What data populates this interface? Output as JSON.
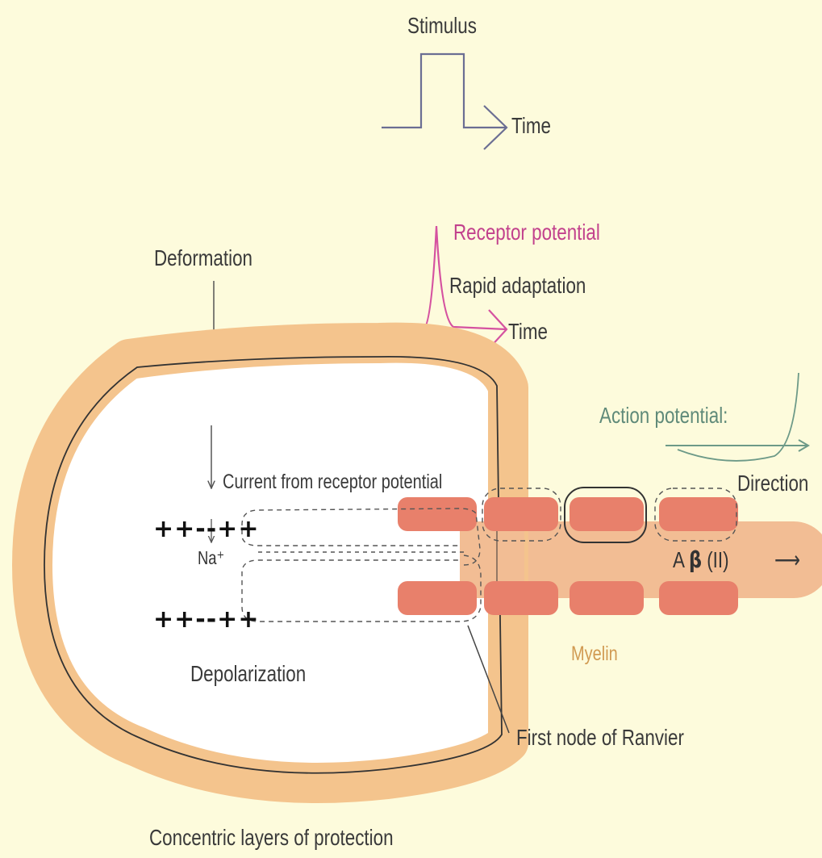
{
  "labels": {
    "stimulus": "Stimulus",
    "time_top": "Time",
    "receptor_potential": "Receptor potential",
    "rapid_adaptation": "Rapid adaptation",
    "time_mid": "Time",
    "deformation": "Deformation",
    "action_potential": "Action potential:",
    "direction": "Direction",
    "current": "Current from receptor potential",
    "charges_top": "++--++",
    "charges_bottom": "++--++",
    "na": "Na⁺",
    "fiber_prefix": "A",
    "fiber_beta": "β",
    "fiber_suffix": " (II)",
    "fiber_arrow": "⟶",
    "depolarization": "Depolarization",
    "myelin": "Myelin",
    "first_node": "First node of Ranvier",
    "concentric": "Concentric layers of protection"
  },
  "colors": {
    "background": "#fdfbdc",
    "capsule": "#f4c48d",
    "axon": "#f2bd94",
    "myelin_segment": "#e8806b",
    "stimulus_trace": "#6b6e93",
    "receptor_trace": "#d552a0",
    "action_trace": "#6d9a88",
    "myelin_text": "#d19a52"
  }
}
